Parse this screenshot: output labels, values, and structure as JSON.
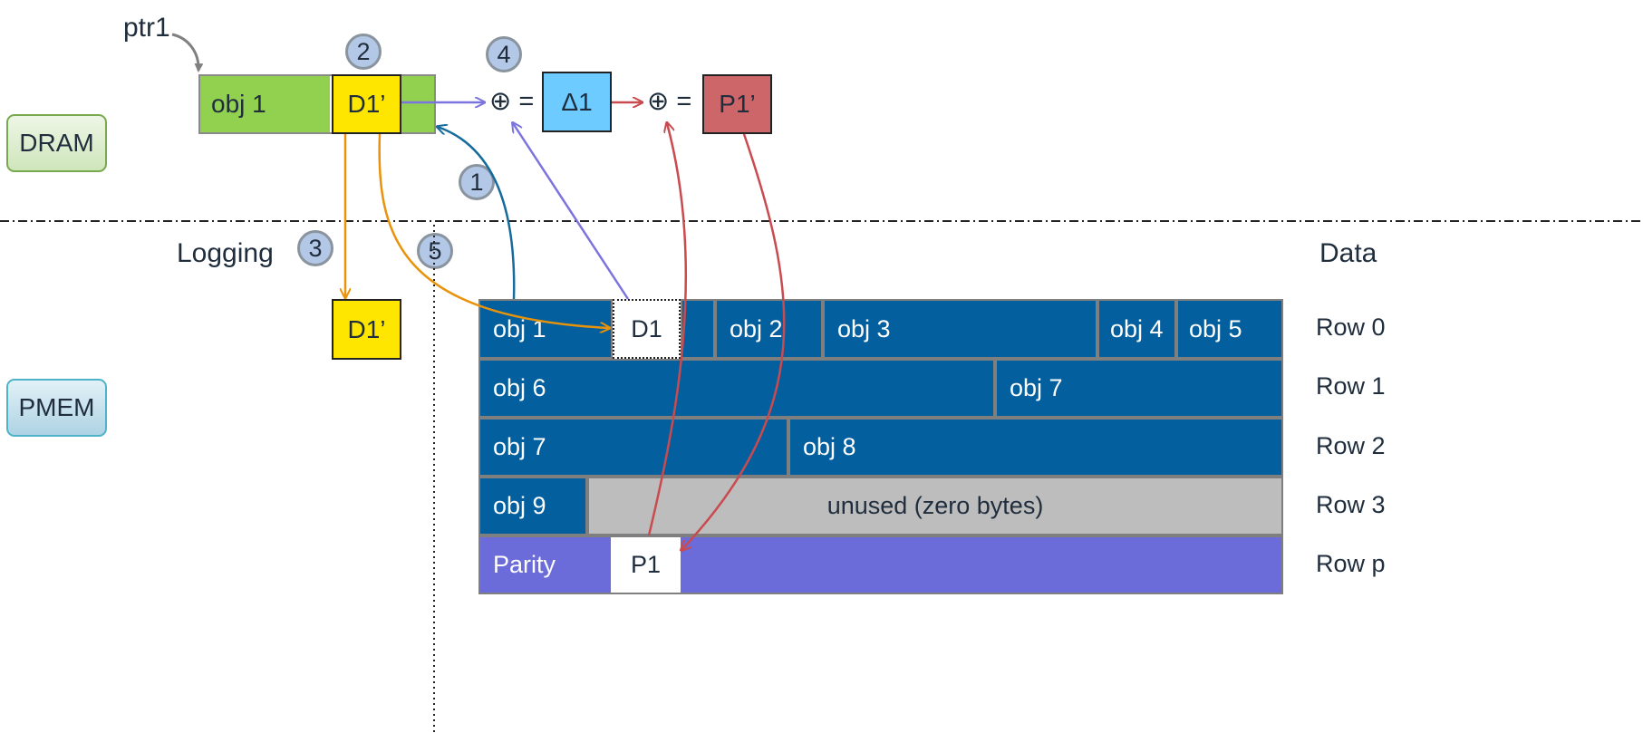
{
  "pointer_label": "ptr1",
  "side_labels": {
    "dram": "DRAM",
    "pmem": "PMEM"
  },
  "section_labels": {
    "logging": "Logging",
    "data": "Data"
  },
  "steps": [
    "1",
    "2",
    "3",
    "4",
    "5"
  ],
  "dram": {
    "obj1": "obj 1",
    "d1_prime": "D1’",
    "xor_1": "⊕ =",
    "delta": "Δ1",
    "xor_2": "⊕ =",
    "p1_prime": "P1’"
  },
  "log_entry": "D1’",
  "pmem_grid": {
    "row0": {
      "obj1": "obj 1",
      "d1": "D1",
      "obj2": "obj 2",
      "obj3": "obj 3",
      "obj4": "obj 4",
      "obj5": "obj 5"
    },
    "row1": {
      "obj6": "obj 6",
      "obj7": "obj 7"
    },
    "row2": {
      "obj7": "obj 7",
      "obj8": "obj 8"
    },
    "row3": {
      "obj9": "obj 9",
      "unused": "unused (zero bytes)"
    },
    "parity": {
      "label": "Parity",
      "p1": "P1"
    }
  },
  "row_labels": [
    "Row 0",
    "Row 1",
    "Row 2",
    "Row 3",
    "Row p"
  ],
  "colors": {
    "green": "#92d050",
    "yellow": "#ffe600",
    "blue_cell": "#035f9e",
    "delta": "#6ecbff",
    "p1_prime": "#cd6668",
    "parity": "#6b6bd9",
    "unused": "#bdbdbd",
    "orange_arrow": "#e8930a",
    "purple_arrow": "#7b74de",
    "teal_arrow": "#166b9c",
    "red_arrow": "#c94a4f"
  }
}
